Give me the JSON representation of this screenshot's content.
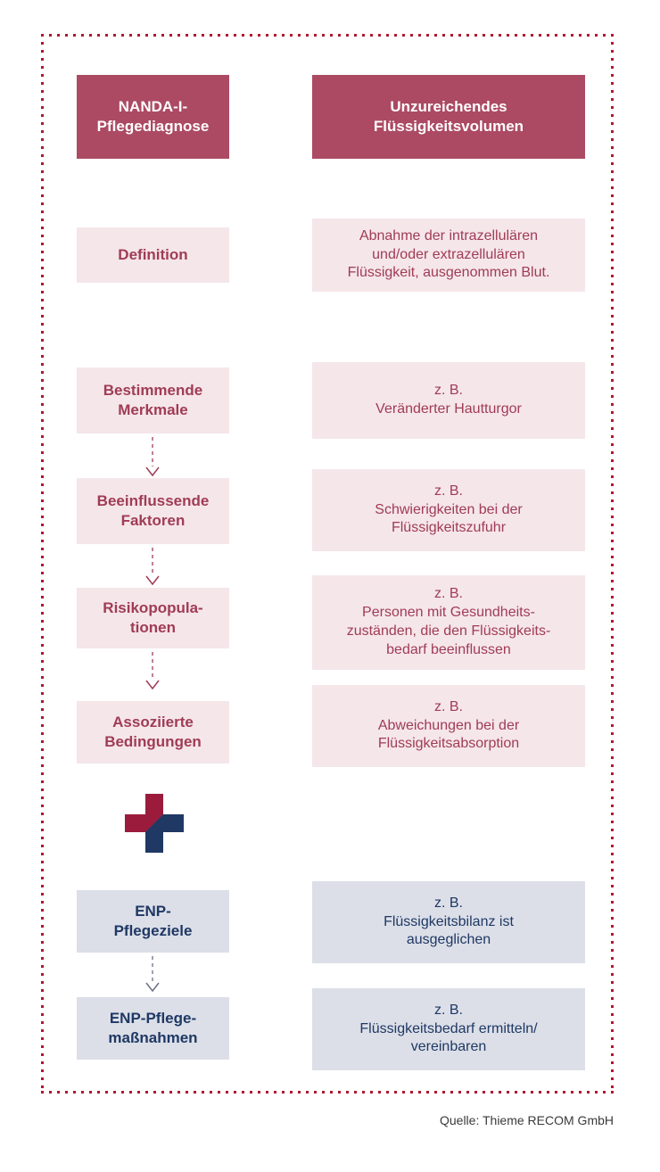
{
  "frame": {
    "border_color": "#b0182f",
    "border_style": "dotted"
  },
  "colors": {
    "header_bg": "#ac4a63",
    "header_text": "#ffffff",
    "pink_bg": "#f5e6ea",
    "pink_text": "#a03c55",
    "blue_bg": "#dcdfe8",
    "blue_text": "#1f3864",
    "arrow": "#a03c55",
    "arrow_enp": "#6b7184",
    "plus_red": "#9b1b3c",
    "plus_blue": "#1f3864"
  },
  "header": {
    "left_label": "NANDA-I-\nPflegediagnose",
    "right_label": "Unzureichendes\nFlüssigkeitsvolumen"
  },
  "rows": [
    {
      "id": "definition",
      "category": "Definition",
      "value": "Abnahme der intrazellulären\nund/oder extrazellulären\nFlüssigkeit, ausgenommen Blut.",
      "theme": "pink"
    },
    {
      "id": "bestimmende-merkmale",
      "category": "Bestimmende\nMerkmale",
      "value": "z. B.\nVeränderter Hautturgor",
      "theme": "pink"
    },
    {
      "id": "beeinflussende-faktoren",
      "category": "Beeinflussende\nFaktoren",
      "value": "z. B.\nSchwierigkeiten bei der\nFlüssigkeitszufuhr",
      "theme": "pink"
    },
    {
      "id": "risikopopulationen",
      "category": "Risikopopula-\ntionen",
      "value": "z. B.\nPersonen mit Gesundheits-\nzuständen, die den Flüssigkeits-\nbedarf beeinflussen",
      "theme": "pink"
    },
    {
      "id": "assoziierte-bedingungen",
      "category": "Assoziierte\nBedingungen",
      "value": "z. B.\nAbweichungen bei der\nFlüssigkeitsabsorption",
      "theme": "pink"
    },
    {
      "id": "enp-pflegeziele",
      "category": "ENP-\nPflegeziele",
      "value": "z. B.\nFlüssigkeitsbilanz ist\nausgeglichen",
      "theme": "blue"
    },
    {
      "id": "enp-pflegemassnahmen",
      "category": "ENP-Pflege-\nmaßnahmen",
      "value": "z. B.\nFlüssigkeitsbedarf ermitteln/\nvereinbaren",
      "theme": "blue"
    }
  ],
  "plus_icon": {
    "name": "plus-icon"
  },
  "caption": "Quelle: Thieme RECOM GmbH"
}
